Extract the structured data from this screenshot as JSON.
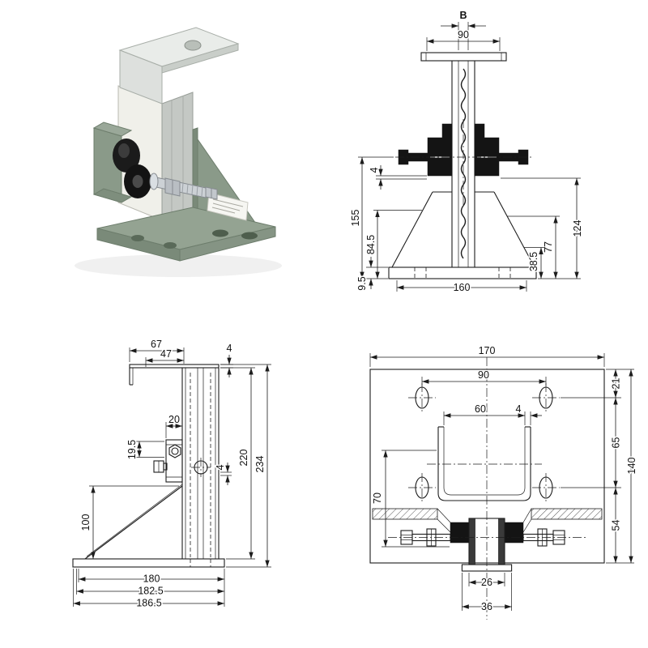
{
  "style": {
    "background": "#ffffff",
    "line_color": "#1c1c1c",
    "part_green": "#8a9a89",
    "zinc_gray": "#d9dde0",
    "roller_black": "#141414"
  },
  "front_view": {
    "dims": {
      "b": "B",
      "d90": "90",
      "d4": "4",
      "d155": "155",
      "d84_5": "84.5",
      "d124": "124",
      "d77": "77",
      "d38_5": "38.5",
      "d160": "160",
      "d9_5": "9.5"
    }
  },
  "side_view": {
    "dims": {
      "d67": "67",
      "d47": "47",
      "d4_top": "4",
      "d20": "20",
      "d19_5": "19.5",
      "d4_rail": "4",
      "d220": "220",
      "d234": "234",
      "d100": "100",
      "d180": "180",
      "d182_5": "182.5",
      "d186_5": "186.5"
    }
  },
  "plan_view": {
    "dims": {
      "d170": "170",
      "d90": "90",
      "d21": "21",
      "d60": "60",
      "d4": "4",
      "d65": "65",
      "d140": "140",
      "d54": "54",
      "d70": "70",
      "d26": "26",
      "d36": "36"
    }
  }
}
